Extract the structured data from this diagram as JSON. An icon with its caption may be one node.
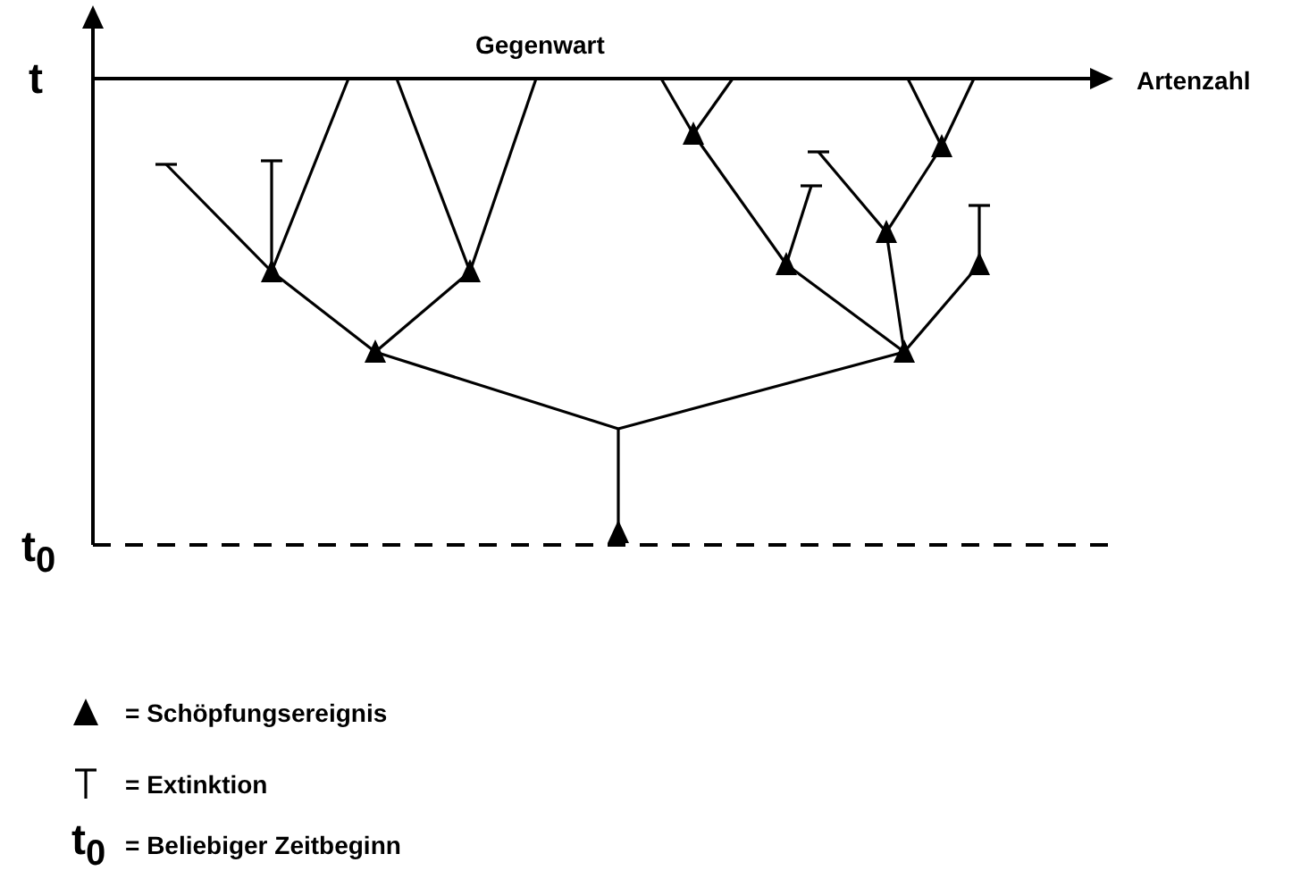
{
  "diagram": {
    "labels": [
      "Gegenwart",
      "t",
      "Artenzahl",
      "t$_{0}$",
      "t$_{0}$"
    ],
    "legend": [
      {
        "text": "= Schöpfungsereignis"
      },
      {
        "text": "= Extinktion"
      },
      {
        "text": "= Beliebiger Zeitbeginn"
      }
    ]
  }
}
